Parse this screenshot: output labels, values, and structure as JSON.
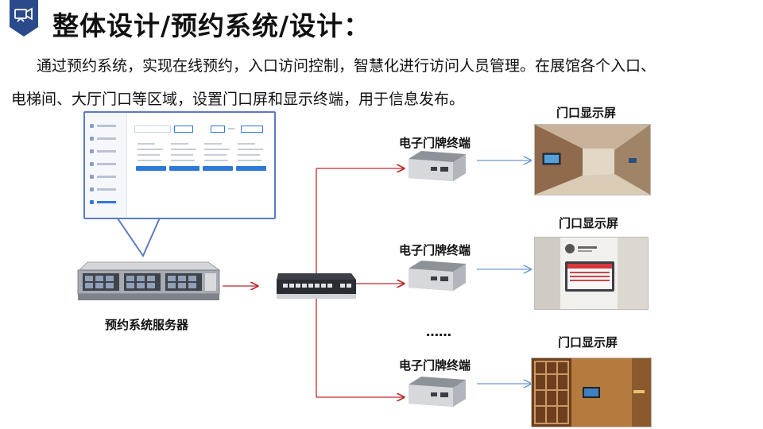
{
  "header": {
    "badge_icon": "video-camera-icon",
    "badge_color": "#2b4a8b",
    "title": "整体设计/预约系统/设计："
  },
  "intro": {
    "line1": "通过预约系统，实现在线预约，入口访问控制，智慧化进行访问人员管理。在展馆各个入口、",
    "line2": "电梯间、大厅门口等区域，设置门口屏和显示终端，用于信息发布。"
  },
  "server": {
    "label": "预约系统服务器"
  },
  "terminals": [
    {
      "label": "电子门牌终端",
      "screen_label": "门口显示屏"
    },
    {
      "label": "电子门牌终端",
      "screen_label": "门口显示屏"
    },
    {
      "label": "电子门牌终端",
      "screen_label": "门口显示屏"
    }
  ],
  "ellipsis": "……",
  "colors": {
    "red_connector": "#c0282a",
    "blue_arrow": "#6b9ad2",
    "panel_border": "#5b7bbf"
  }
}
